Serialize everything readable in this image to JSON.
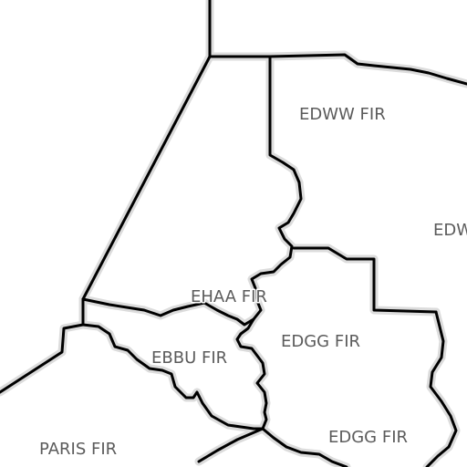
{
  "map": {
    "background_color": "#ffffff",
    "boundary_color": "#000000",
    "boundary_halo_color": "#dcdcdc",
    "label_color": "#5b5b5b"
  },
  "labels": {
    "edww_fir": "EDWW FIR",
    "edww_fir_partial": "EDW",
    "ehaa_fir": "EHAA FIR",
    "edgg_fir_north": "EDGG FIR",
    "edgg_fir_south": "EDGG FIR",
    "ebbu_fir": "EBBU FIR",
    "paris_fir": "PARIS FIR"
  }
}
